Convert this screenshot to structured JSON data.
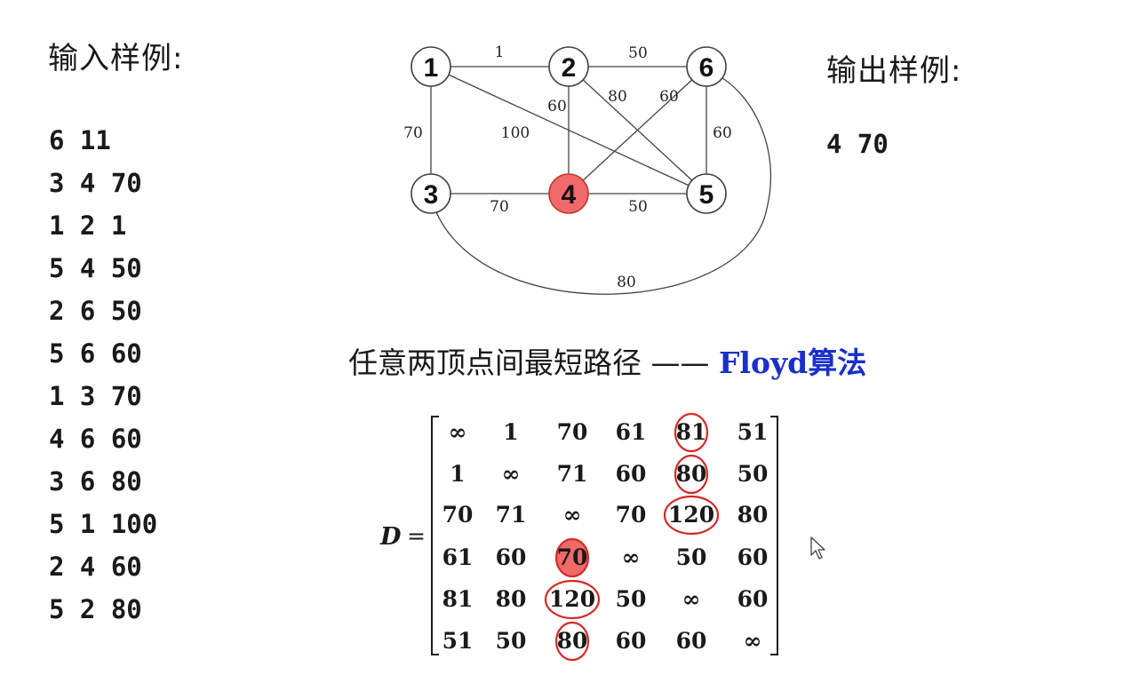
{
  "input_section": {
    "title": "输入样例:",
    "lines": [
      "6 11",
      "3 4 70",
      "1 2 1",
      "5 4 50",
      "2 6 50",
      "5 6 60",
      "1 3 70",
      "4 6 60",
      "3 6 80",
      "5 1 100",
      "2 4 60",
      "5 2 80"
    ]
  },
  "output_section": {
    "title": "输出样例:",
    "value": "4 70"
  },
  "graph": {
    "highlight_color": "#f06a6a",
    "nodes": [
      {
        "label": "1",
        "highlight": false
      },
      {
        "label": "2",
        "highlight": false
      },
      {
        "label": "6",
        "highlight": false
      },
      {
        "label": "3",
        "highlight": false
      },
      {
        "label": "4",
        "highlight": true
      },
      {
        "label": "5",
        "highlight": false
      }
    ],
    "edges": [
      {
        "from": "1",
        "to": "2",
        "weight": "1"
      },
      {
        "from": "2",
        "to": "6",
        "weight": "50"
      },
      {
        "from": "1",
        "to": "3",
        "weight": "70"
      },
      {
        "from": "1",
        "to": "5",
        "weight": "100"
      },
      {
        "from": "2",
        "to": "4",
        "weight": "60"
      },
      {
        "from": "2",
        "to": "5",
        "weight": "80"
      },
      {
        "from": "6",
        "to": "4",
        "weight": "60"
      },
      {
        "from": "6",
        "to": "5",
        "weight": "60"
      },
      {
        "from": "3",
        "to": "4",
        "weight": "70"
      },
      {
        "from": "4",
        "to": "5",
        "weight": "50"
      },
      {
        "from": "3",
        "to": "6",
        "weight": "80"
      }
    ]
  },
  "subtitle": {
    "text": "任意两顶点间最短路径 —— ",
    "algorithm": "Floyd算法"
  },
  "matrix": {
    "name": "D",
    "eq": "=",
    "rows": [
      [
        "∞",
        "1",
        "70",
        "61",
        "81",
        "51"
      ],
      [
        "1",
        "∞",
        "71",
        "60",
        "80",
        "50"
      ],
      [
        "70",
        "71",
        "∞",
        "70",
        "120",
        "80"
      ],
      [
        "61",
        "60",
        "70",
        "∞",
        "50",
        "60"
      ],
      [
        "81",
        "80",
        "120",
        "50",
        "∞",
        "60"
      ],
      [
        "51",
        "50",
        "80",
        "60",
        "60",
        "∞"
      ]
    ],
    "circled": [
      {
        "row": 0,
        "col": 4,
        "filled": false
      },
      {
        "row": 1,
        "col": 4,
        "filled": false
      },
      {
        "row": 2,
        "col": 4,
        "filled": false
      },
      {
        "row": 3,
        "col": 2,
        "filled": true
      },
      {
        "row": 4,
        "col": 2,
        "filled": false
      },
      {
        "row": 5,
        "col": 2,
        "filled": false
      }
    ],
    "circle_color": "#d42a2a"
  }
}
